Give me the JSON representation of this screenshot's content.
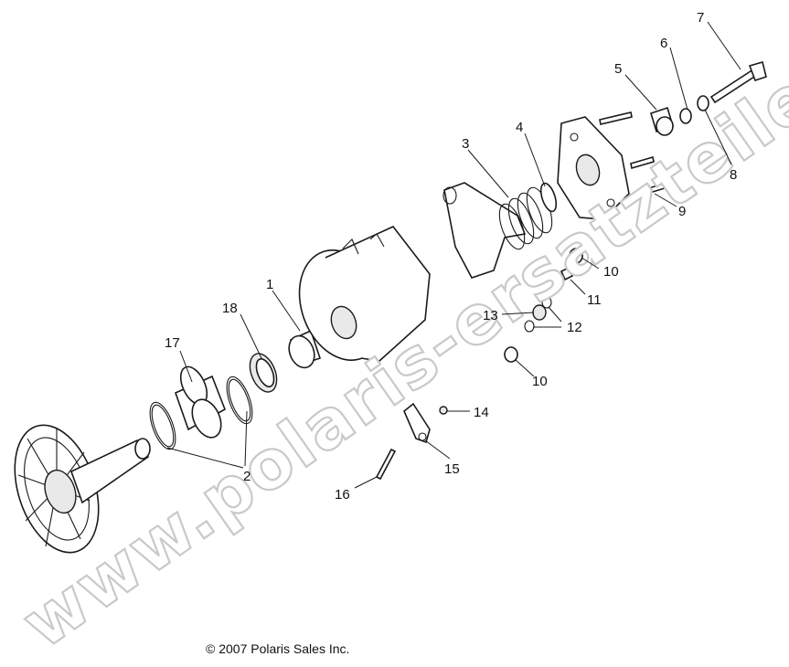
{
  "callouts": {
    "c1": "1",
    "c2": "2",
    "c3": "3",
    "c4": "4",
    "c5": "5",
    "c6": "6",
    "c7": "7",
    "c8": "8",
    "c9": "9",
    "c10a": "10",
    "c10b": "10",
    "c11": "11",
    "c12": "12",
    "c13": "13",
    "c14": "14",
    "c15": "15",
    "c16": "16",
    "c17": "17",
    "c18": "18"
  },
  "copyright": "© 2007 Polaris Sales Inc.",
  "watermark": "www.polaris-ersatzteile.de",
  "colors": {
    "line": "#1a1a1a",
    "watermark_outline": "#c9c9c9",
    "background": "#ffffff"
  }
}
